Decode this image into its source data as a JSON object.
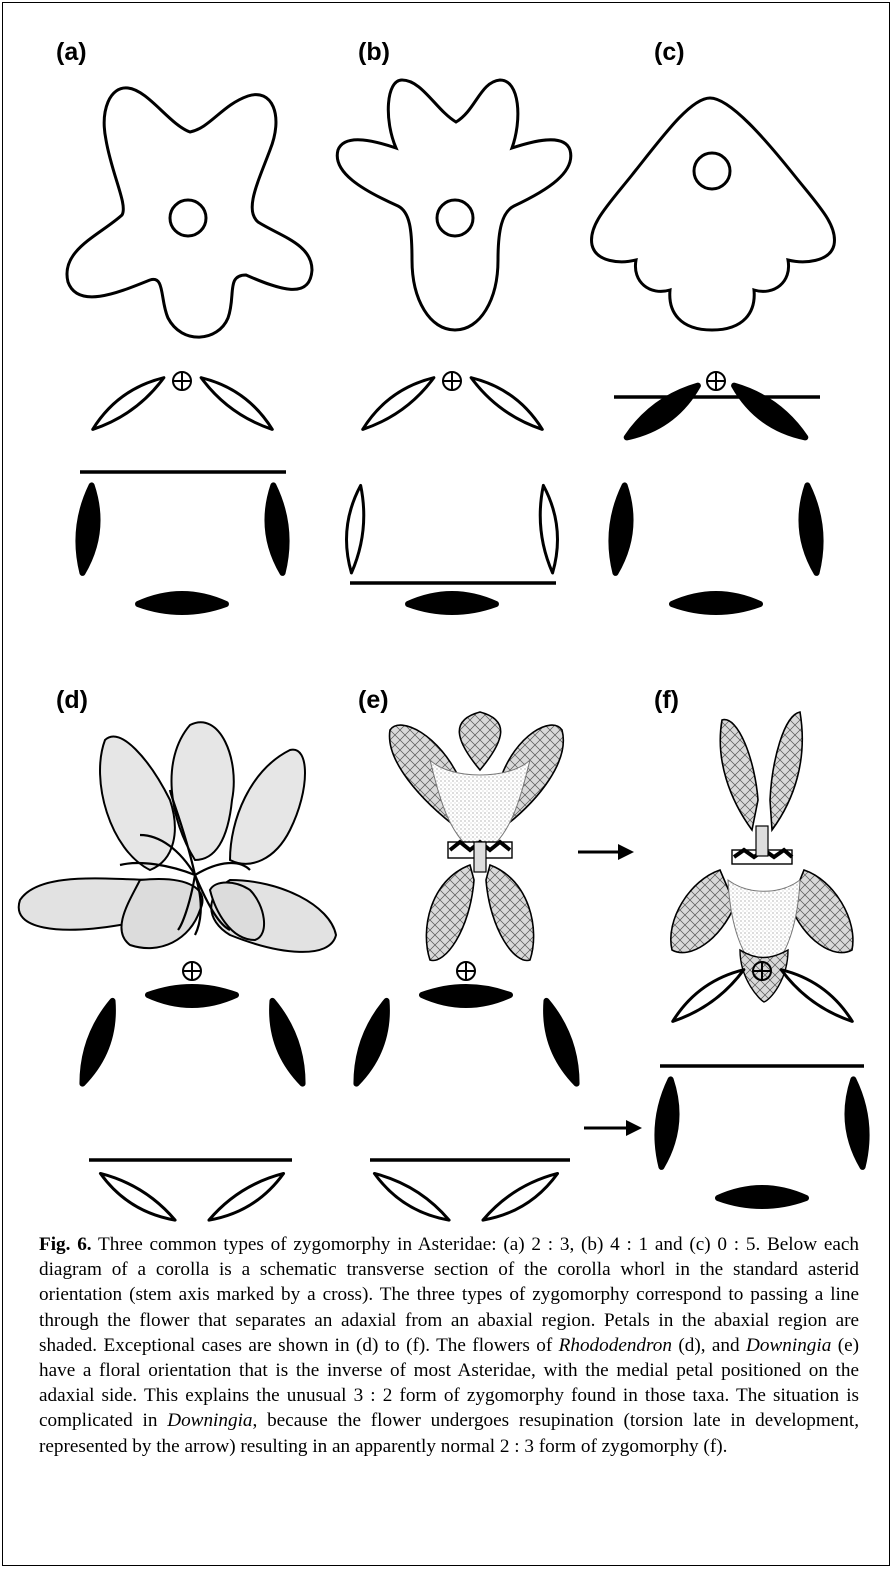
{
  "panel_labels": [
    "(a)",
    "(b)",
    "(c)",
    "(d)",
    "(e)",
    "(f)"
  ],
  "caption": {
    "label": "Fig. 6.",
    "t1": " Three common types of zygomorphy in Asteridae: (a) 2 : 3, (b) 4 : 1 and (c) 0 : 5. Below each diagram of a corolla is a schematic transverse section of the corolla whorl in the standard asterid orientation (stem axis marked by a cross). The three types of zygomorphy correspond to passing a line through the flower that separates an adaxial from an abaxial region. Petals in the abaxial region are shaded. Exceptional cases are shown in (d) to (f). The flowers of ",
    "genus1": "Rhododendron",
    "t2": " (d), and ",
    "genus2": "Downingia",
    "t3": " (e) have a floral orientation that is the inverse of most Asteridae, with the medial petal positioned on the adaxial side. This explains the unusual 3 : 2 form of zygomorphy found in those taxa. The situation is complicated in ",
    "genus3": "Downingia",
    "t4": ", because the flower undergoes resupination (torsion late in development, represented by the arrow) resulting in an apparently normal 2 : 3 form of zygomorphy (f)."
  },
  "symbols": {
    "stem_axis": "⊕"
  },
  "icons": [
    "stem-axis-cross-icon",
    "resupination-arrow-icon"
  ]
}
